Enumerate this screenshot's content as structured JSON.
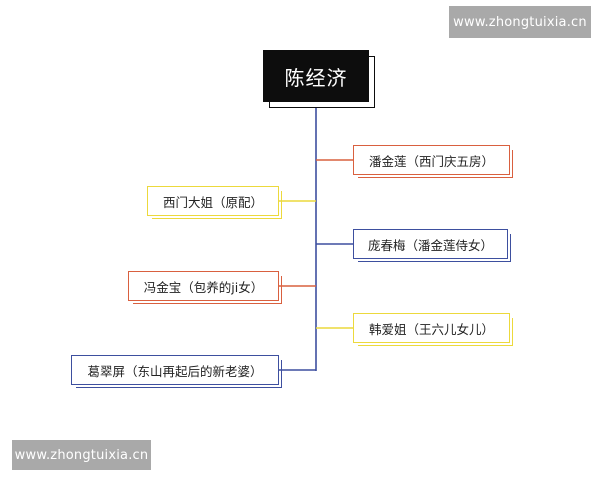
{
  "watermarks": {
    "top": "www.zhongtuixia.cn",
    "bottom": "www.zhongtuixia.cn"
  },
  "root": {
    "label": "陈经济"
  },
  "nodes": [
    {
      "label": "潘金莲（西门庆五房）",
      "color": "#d9603f",
      "side": "right"
    },
    {
      "label": "西门大姐（原配）",
      "color": "#ecd93c",
      "side": "left"
    },
    {
      "label": "庞春梅（潘金莲侍女）",
      "color": "#3d4f9f",
      "side": "right"
    },
    {
      "label": "冯金宝（包养的ji女）",
      "color": "#d9603f",
      "side": "left"
    },
    {
      "label": "韩爱姐（王六儿女儿）",
      "color": "#ecd93c",
      "side": "right"
    },
    {
      "label": "葛翠屏（东山再起后的新老婆）",
      "color": "#3d4f9f",
      "side": "left"
    }
  ],
  "colors": {
    "trunk": "#3d4f9f",
    "root_bg": "#0d0d0d"
  }
}
